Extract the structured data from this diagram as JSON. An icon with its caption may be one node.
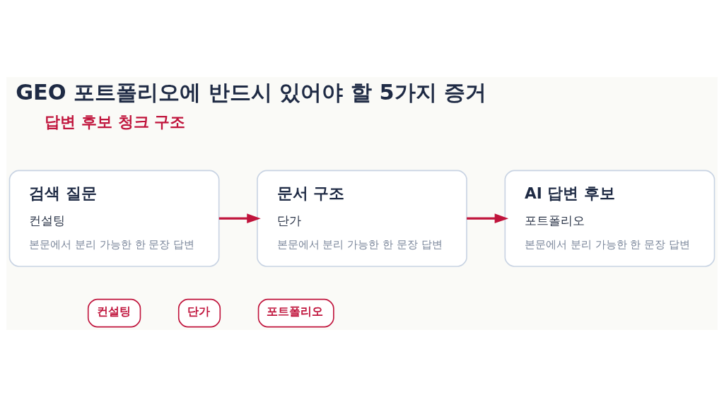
{
  "diagram": {
    "title": "GEO 포트폴리오에 반드시 있어야 할 5가지 증거",
    "nodes": [
      {
        "text": [
          "검색 질문",
          "컨설팅",
          "본문에서 분리 가능한 한 문장 답변"
        ]
      },
      {
        "text": [
          "문서 구조",
          "단가",
          "본문에서 분리 가능한 한 문장 답변"
        ]
      },
      {
        "text": [
          "AI 답변 후보",
          "포트폴리오",
          "본문에서 분리 가능한 한 문장 답변"
        ]
      },
      {
        "text": [
          "컨설팅"
        ]
      },
      {
        "text": [
          "단가"
        ]
      },
      {
        "text": [
          "포트폴리오"
        ]
      }
    ],
    "edges": [
      {
        "from": 0,
        "to": 1,
        "arrow": "to"
      },
      {
        "from": 1,
        "to": 2,
        "arrow": "to"
      }
    ],
    "labels": [
      "답변 후보 청크 구조"
    ]
  }
}
